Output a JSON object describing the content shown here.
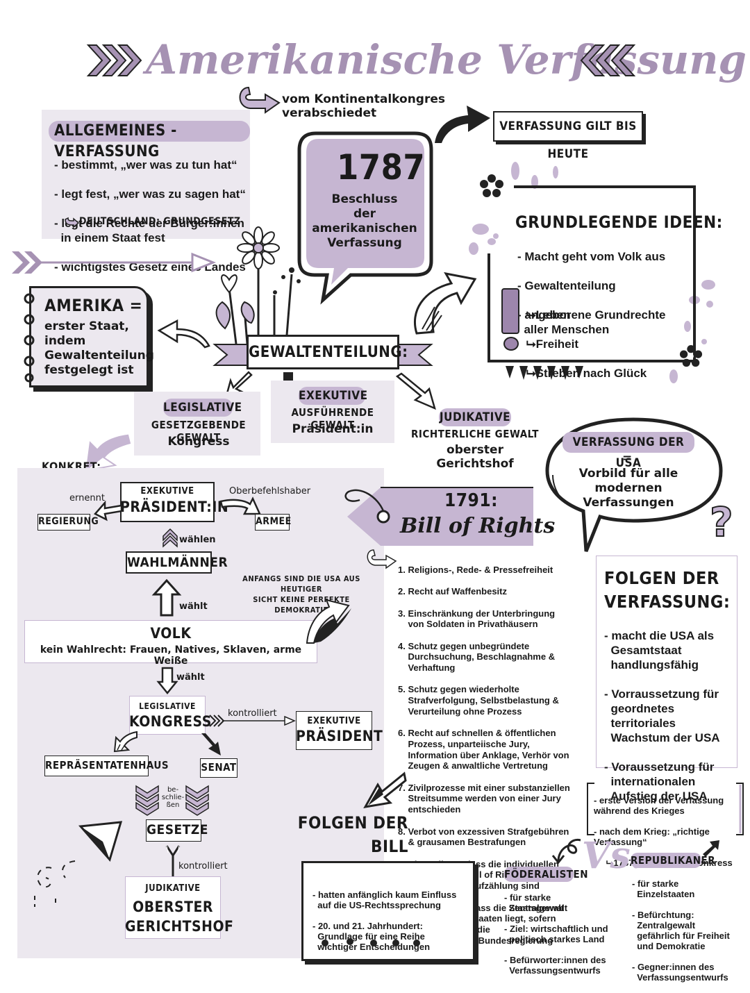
{
  "title": "Amerikanische Verfassung",
  "top_note": "vom Kontinentalkongres\nverabschiedet",
  "bis_heute": "VERFASSUNG GILT BIS HEUTE",
  "allgemein": {
    "heading": "ALLGEMEINES - VERFASSUNG",
    "items": [
      "- bestimmt, „wer was zu tun hat“",
      "- legt fest, „wer was zu sagen hat“",
      "- legt die Rechte der Bürger:innen\n  in einem Staat fest",
      "- wichtigstes Gesetz eines Landes"
    ],
    "de": "DEUTSCHLAND: GRUNDGESETZ"
  },
  "year_bubble": {
    "year": "1787",
    "text": "Beschluss\nder\namerikanischen\nVerfassung"
  },
  "ideen": {
    "heading": "GRUNDLEGENDE IDEEN:",
    "items": [
      "- Macht geht vom Volk aus",
      "- Gewaltenteilung",
      "- angeborene Grundrechte\n  aller Menschen"
    ],
    "sub": [
      "Leben",
      "Freiheit",
      "Streben nach Glück"
    ]
  },
  "amerika": {
    "heading": "AMERIKA =",
    "text": "erster Staat,\nindem\nGewaltenteilung\nfestgelegt ist"
  },
  "gewaltenteilung": "GEWALTENTEILUNG:",
  "legislative": {
    "h": "LEGISLATIVE",
    "s": "GESETZGEBENDE GEWALT",
    "v": "Kongress"
  },
  "exekutive": {
    "h": "EXEKUTIVE",
    "s": "AUSFÜHRENDE GEWALT",
    "v": "Präsident:in"
  },
  "judikative": {
    "h": "JUDIKATIVE",
    "s": "RICHTERLICHE GEWALT",
    "v": "oberster Gerichtshof"
  },
  "vorbild": {
    "h": "VERFASSUNG DER USA",
    "eq": "=",
    "t": "Vorbild für alle\nmodernen\nVerfassungen"
  },
  "konkret": "KONKRET:",
  "diagram": {
    "exek_small": "EXEKUTIVE",
    "praes": "PRÄSIDENT:IN",
    "ernennt": "ernennt",
    "regierung": "REGIERUNG",
    "oberbefehl": "Oberbefehlshaber",
    "armee": "ARMEE",
    "waehlen": "wählen",
    "wahlmaenner": "WAHLMÄNNER",
    "anfangs": "ANFANGS SIND DIE USA AUS HEUTIGER\nSICHT KEINE PERFEKTE DEMOKRATIE",
    "waehlt1": "wählt",
    "volk": "VOLK",
    "kein_wahlrecht": "kein Wahlrecht: Frauen, Natives, Sklaven, arme Weiße",
    "waehlt2": "wählt",
    "leg_small": "LEGISLATIVE",
    "kongress": "KONGRESS",
    "kontrolliert1": "kontrolliert",
    "exek2_small": "EXEKUTIVE",
    "praesident": "PRÄSIDENT",
    "rep": "REPRÄSENTATENHAUS",
    "senat": "SENAT",
    "beschliessen": "be-\nschlie-\nßen",
    "gesetze": "GESETZE",
    "kontrolliert2": "kontrolliert",
    "jud_small": "JUDIKATIVE",
    "oberster": "OBERSTER\nGERICHTSHOF"
  },
  "bill": {
    "year": "1791:",
    "title": "Bill of Rights",
    "items": [
      "1. Religions-, Rede- & Pressefreiheit",
      "2. Recht auf Waffenbesitz",
      "3. Einschränkung der Unterbringung\n    von Soldaten in Privathäusern",
      "4. Schutz gegen unbegründete\n    Durchsuchung, Beschlagnahme &\n    Verhaftung",
      "5. Schutz gegen wiederholte\n    Strafverfolgung, Selbstbelastung &\n    Verurteilung ohne Prozess",
      "6. Recht auf schnellen & öffentlichen\n    Prozess, unparteiische Jury,\n    Information über Anklage, Verhör von\n    Zeugen & anwaltliche Vertretung",
      "7. Zivilprozesse mit einer substanziellen\n    Streitsumme werden von einer Jury\n    entschieden",
      "8. Verbot von exzessiven Strafgebühren\n    & grausamen Bestrafungen",
      "9. Klarstellung, dass die individuellen\n    Rechte in der Bill of Rights keine\n    erschöpfende Aufzählung sind",
      "10. Bestätigung, dass die Staatsgewalt\n     bei den Einzelstaaten liegt, sofern\n     sie nicht durch die\n     Verfassung der Bundesregierung\n     übertragen sind"
    ]
  },
  "folgen_verf": {
    "h": "FOLGEN DER\nVERFASSUNG:",
    "items": [
      "- macht die USA als\n  Gesamtstaat\n  handlungsfähig",
      "- Vorraussetzung für\n  geordnetes\n  territoriales\n  Wachstum der USA",
      "- Voraussetzung für\n  internationalen\n  Aufstieg der USA"
    ]
  },
  "folgen_bill": {
    "h": "FOLGEN DER BILL\nOF RIGHTS:",
    "items": [
      "- hatten anfänglich kaum Einfluss\n  auf die US-Rechtssprechung",
      "- 20. und 21. Jahrhundert:\n  Grundlage für eine Reihe\n  wichtiger Entscheidungen"
    ]
  },
  "version": {
    "items": [
      "- erste Version der Verfassung\nwährend des Krieges",
      "- nach dem Krieg: „richtige\nVerfassung“"
    ],
    "sub": "1787: Verfassungskonkress"
  },
  "vs": "Vs.",
  "foed": {
    "h": "FÖDERALISTEN",
    "items": [
      "- für starke\n  Zentralgewalt",
      "- Ziel: wirtschaftlich und\n  politisch starkes Land",
      "- Befürworter:innen des\n  Verfassungsentwurfs"
    ]
  },
  "repu": {
    "h": "REPUBLIKANER",
    "items": [
      "- für starke\n  Einzelstaaten",
      "- Befürchtung:\n  Zentralgewalt\n  gefährlich für Freiheit\n  und Demokratie",
      "- Gegner:innen des\n  Verfassungsentwurfs"
    ]
  },
  "colors": {
    "accent": "#a692b3",
    "light": "#ece8ef",
    "mid": "#c6b6d2"
  }
}
